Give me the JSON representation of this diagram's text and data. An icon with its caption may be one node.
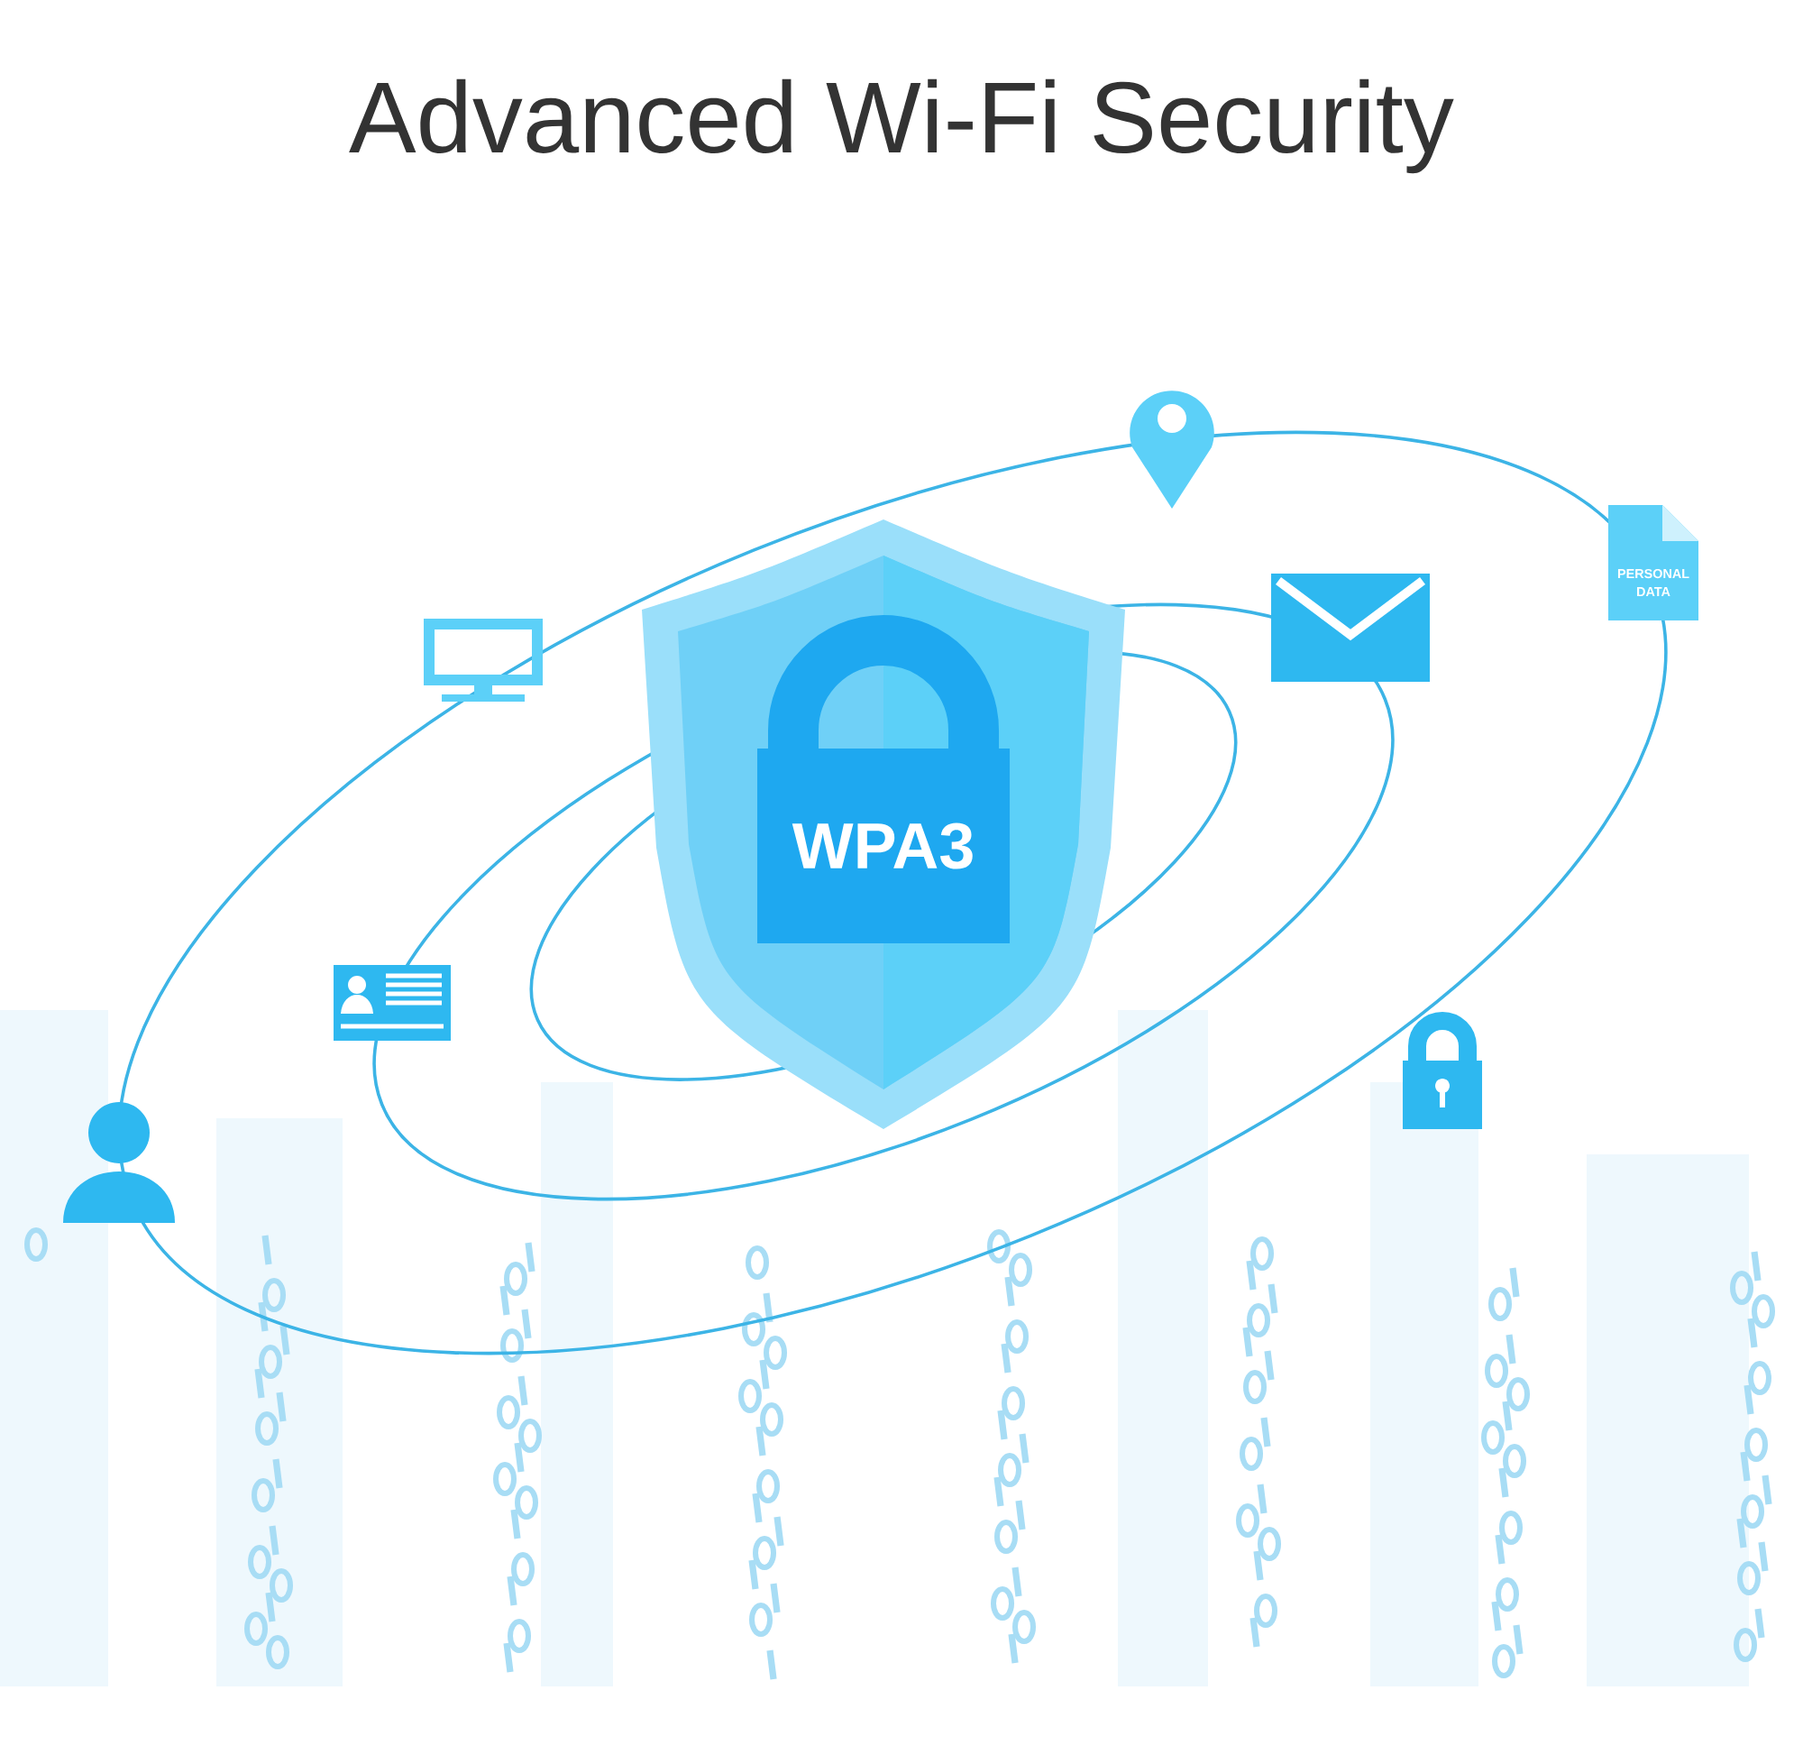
{
  "diagram": {
    "title": "Advanced Wi-Fi Security",
    "nodes": [
      {
        "text": [
          "WPA3"
        ]
      },
      {
        "text": [
          "PERSONAL DATA"
        ]
      }
    ]
  }
}
